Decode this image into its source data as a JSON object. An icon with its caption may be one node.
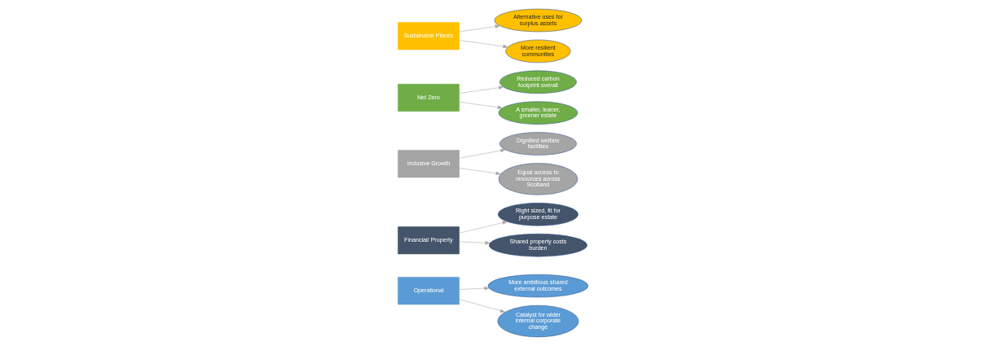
{
  "diagram": {
    "nodes": [
      {
        "text": [
          "Operational"
        ]
      },
      {
        "text": [
          "More ambitious shared external outcomes"
        ]
      },
      {
        "text": [
          "Catalyst for wider internal corporate change"
        ]
      },
      {
        "text": [
          "Financial/ Property"
        ]
      },
      {
        "text": [
          "Right sized, fit for purpose estate"
        ]
      },
      {
        "text": [
          "Shared property costs burden"
        ]
      },
      {
        "text": [
          "Inclusive Growth"
        ]
      },
      {
        "text": [
          "Dignified welfare facilities"
        ]
      },
      {
        "text": [
          "Equal access to resources across Scotland"
        ]
      },
      {
        "text": [
          "Net Zero"
        ]
      },
      {
        "text": [
          "Reduced carbon footprint overall"
        ]
      },
      {
        "text": [
          "A smaller, leaner, greener estate"
        ]
      },
      {
        "text": [
          "Sustainable Places"
        ]
      },
      {
        "text": [
          "Alternative uses for surplus assets"
        ]
      },
      {
        "text": [
          "More resilient communities"
        ]
      }
    ],
    "edges": [
      {
        "from": 0,
        "to": 1,
        "arrow": "to"
      },
      {
        "from": 0,
        "to": 2,
        "arrow": "to"
      },
      {
        "from": 3,
        "to": 4,
        "arrow": "to"
      },
      {
        "from": 3,
        "to": 5,
        "arrow": "to"
      },
      {
        "from": 6,
        "to": 7,
        "arrow": "to"
      },
      {
        "from": 6,
        "to": 8,
        "arrow": "to"
      },
      {
        "from": 9,
        "to": 10,
        "arrow": "to"
      },
      {
        "from": 9,
        "to": 11,
        "arrow": "to"
      },
      {
        "from": 12,
        "to": 13,
        "arrow": "to"
      },
      {
        "from": 12,
        "to": 14,
        "arrow": "to"
      }
    ]
  }
}
